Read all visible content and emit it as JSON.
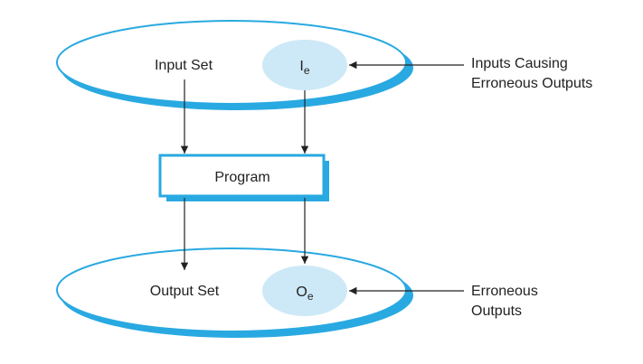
{
  "input_set": {
    "label": "Input Set"
  },
  "inputs_erroneous": {
    "symbol": "I",
    "subscript": "e"
  },
  "program": {
    "label": "Program"
  },
  "output_set": {
    "label": "Output Set"
  },
  "outputs_erroneous": {
    "symbol": "O",
    "subscript": "e"
  },
  "annotations": {
    "inputs_causing_line1": "Inputs Causing",
    "inputs_causing_line2": "Erroneous Outputs",
    "erroneous_outputs_line1": "Erroneous",
    "erroneous_outputs_line2": "Outputs"
  },
  "colors": {
    "accent": "#29a9e1",
    "subset_fill": "#cde9f7",
    "line": "#222222"
  }
}
